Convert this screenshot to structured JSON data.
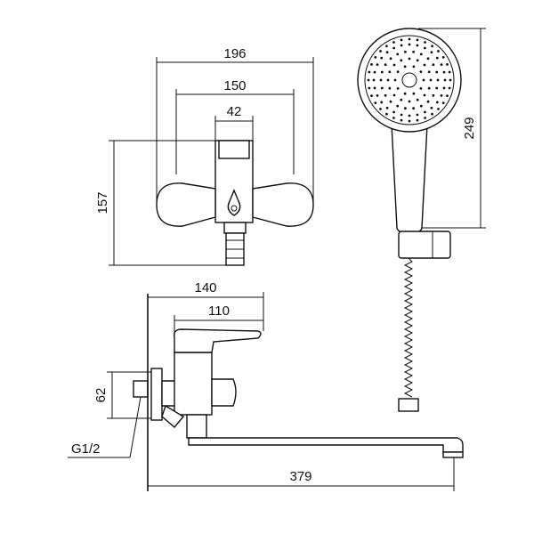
{
  "dimensions": {
    "front_overall_width": "196",
    "front_centers": "150",
    "front_body_width": "42",
    "front_height": "157",
    "shower_length": "249",
    "side_projection": "140",
    "side_lever_length": "110",
    "side_height": "62",
    "side_thread": "G1/2",
    "spout_length": "379"
  },
  "colors": {
    "line": "#111111",
    "background": "#ffffff"
  }
}
